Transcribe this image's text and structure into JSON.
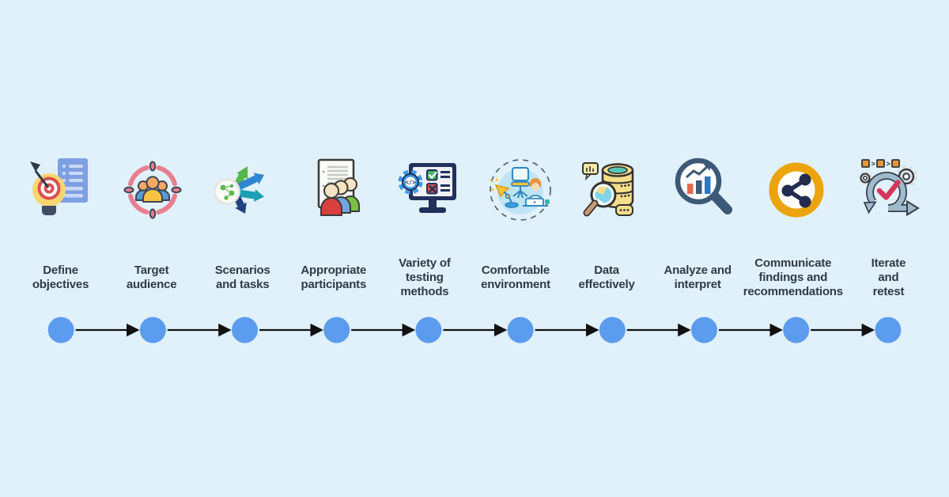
{
  "canvas": {
    "background": "#E1F1FB",
    "text_color": "#2E3A47"
  },
  "steps": [
    {
      "icon": "target-lightbulb-document-icon",
      "label": "Define objectives",
      "lines": [
        "Define",
        "objectives"
      ]
    },
    {
      "icon": "target-audience-icon",
      "label": "Target audience",
      "lines": [
        "Target",
        "audience"
      ]
    },
    {
      "icon": "branching-arrows-icon",
      "label": "Scenarios and tasks",
      "lines": [
        "Scenarios",
        "and tasks"
      ]
    },
    {
      "icon": "document-people-icon",
      "label": "Appropriate participants",
      "lines": [
        "Appropriate",
        "participants"
      ]
    },
    {
      "icon": "monitor-checklist-gear-icon",
      "label": "Variety of testing methods",
      "lines": [
        "Variety of",
        "testing",
        "methods"
      ]
    },
    {
      "icon": "workspace-environment-icon",
      "label": "Comfortable environment",
      "lines": [
        "Comfortable",
        "environment"
      ]
    },
    {
      "icon": "database-magnifier-icon",
      "label": "Data effectively",
      "lines": [
        "Data",
        "effectively"
      ]
    },
    {
      "icon": "magnifier-chart-icon",
      "label": "Analyze and interpret",
      "lines": [
        "Analyze and",
        "interpret"
      ]
    },
    {
      "icon": "share-icon",
      "label": "Communicate findings and recommendations",
      "lines": [
        "Communicate",
        "findings and",
        "recommendations"
      ]
    },
    {
      "icon": "iterate-loop-check-icon",
      "label": "Iterate and retest",
      "lines": [
        "Iterate",
        "and",
        "retest"
      ]
    }
  ],
  "timeline": {
    "node_count": 10,
    "node_color": "#5C9CEE",
    "arrow_color": "#111111"
  }
}
